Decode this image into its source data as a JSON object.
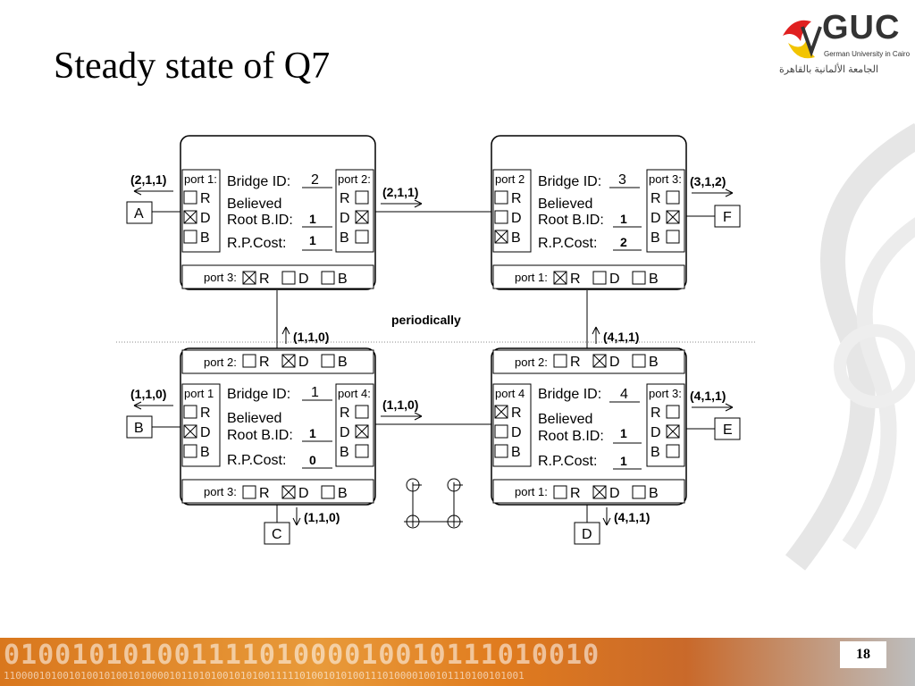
{
  "slide": {
    "title": "Steady state of Q7",
    "page_number": "18"
  },
  "logo": {
    "name": "GUC",
    "subtitle": "German University in Cairo",
    "arabic": "الجامعة الألمانية بالقاهرة"
  },
  "footer": {
    "binary_main": "01001010100111101000010010111010010",
    "binary_sub": "1100001010010100101001010000101101010010101001111101001010100111010000100101110100101001"
  },
  "diagram": {
    "labels": {
      "bridge_id": "Bridge ID:",
      "believed": "Believed",
      "root_bid": "Root B.ID:",
      "rp_cost": "R.P.Cost:",
      "periodically": "periodically",
      "R": "R",
      "D": "D",
      "B": "B"
    },
    "bridges": {
      "tl": {
        "bridge_id": "2",
        "root_bid": "1",
        "rp_cost": "1",
        "left_port": "port 1:",
        "right_port": "port 2:",
        "bottom_port": "port 3:"
      },
      "tr": {
        "bridge_id": "3",
        "root_bid": "1",
        "rp_cost": "2",
        "left_port": "port 2",
        "right_port": "port 3:",
        "bottom_port": "port 1:"
      },
      "bl": {
        "bridge_id": "1",
        "root_bid": "1",
        "rp_cost": "0",
        "left_port": "port 1",
        "right_port": "port 4:",
        "top_port": "port 2:",
        "bottom_port": "port 3:"
      },
      "br": {
        "bridge_id": "4",
        "root_bid": "1",
        "rp_cost": "1",
        "left_port": "port 4",
        "right_port": "port 3:",
        "top_port": "port 2:",
        "bottom_port": "port 1:"
      }
    },
    "lans": {
      "A": "A",
      "B": "B",
      "C": "C",
      "D": "D",
      "E": "E",
      "F": "F"
    },
    "messages": {
      "to_a": "(2,1,1)",
      "tl_to_tr": "(2,1,1)",
      "to_f": "(3,1,2)",
      "up_tl": "(1,1,0)",
      "up_tr": "(4,1,1)",
      "to_b": "(1,1,0)",
      "bl_to_br": "(1,1,0)",
      "to_e": "(4,1,1)",
      "to_c": "(1,1,0)",
      "to_d": "(4,1,1)"
    }
  }
}
